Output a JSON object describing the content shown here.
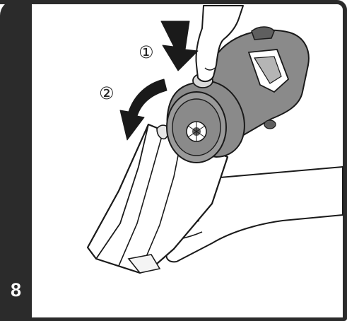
{
  "step": {
    "number": "8"
  },
  "callouts": [
    {
      "label": "①"
    },
    {
      "label": "②"
    }
  ],
  "colors": {
    "frame": "#2b2b2b",
    "device_body": "#8a8a8a",
    "device_dark": "#5f5f5f",
    "device_light": "#b5b5b5",
    "container": "#ffffff",
    "hand": "#ffffff",
    "outline": "#1a1a1a"
  }
}
